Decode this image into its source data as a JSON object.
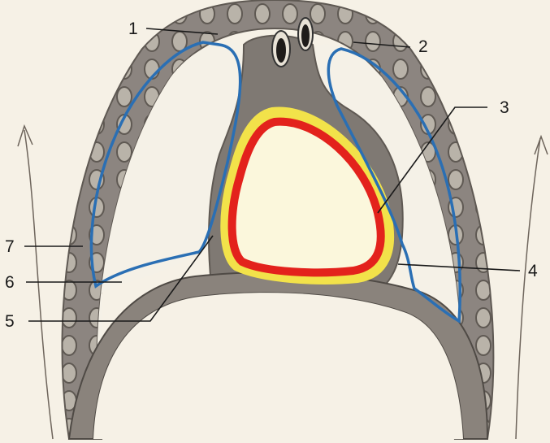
{
  "labels": {
    "l1": "1",
    "l2": "2",
    "l3": "3",
    "l4": "4",
    "l5": "5",
    "l6": "6",
    "l7": "7"
  },
  "colors": {
    "background": "#f6f1e6",
    "wall": "#8c8580",
    "wall_dark": "#5f5953",
    "pleura_line": "#2a6fb4",
    "pericardium_outer": "#f2e24a",
    "pericardium_inner": "#e3221c",
    "heart_fill": "#fbf7dc"
  }
}
